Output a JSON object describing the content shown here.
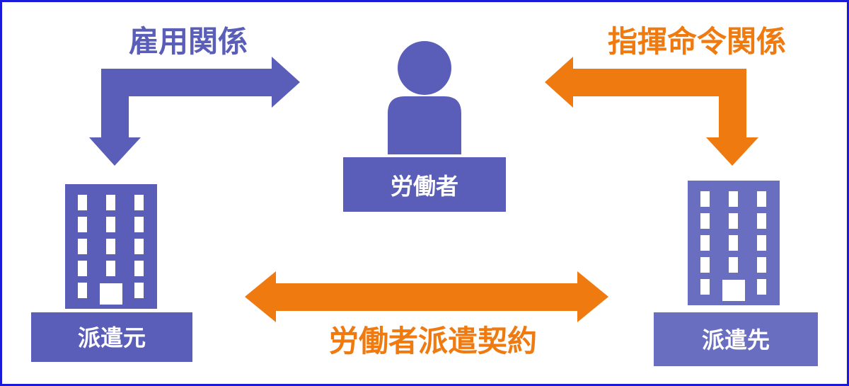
{
  "labels": {
    "employment_relation": "雇用関係",
    "command_relation": "指揮命令関係",
    "worker": "労働者",
    "dispatch_source": "派遣元",
    "dispatch_destination": "派遣先",
    "dispatch_contract": "労働者派遣契約"
  },
  "colors": {
    "border": "#1a1adb",
    "purple": "#5a5eb8",
    "purple_light": "#6a6ec0",
    "orange": "#ef7a10",
    "white": "#ffffff"
  },
  "icons": [
    "person-icon",
    "building-icon"
  ]
}
